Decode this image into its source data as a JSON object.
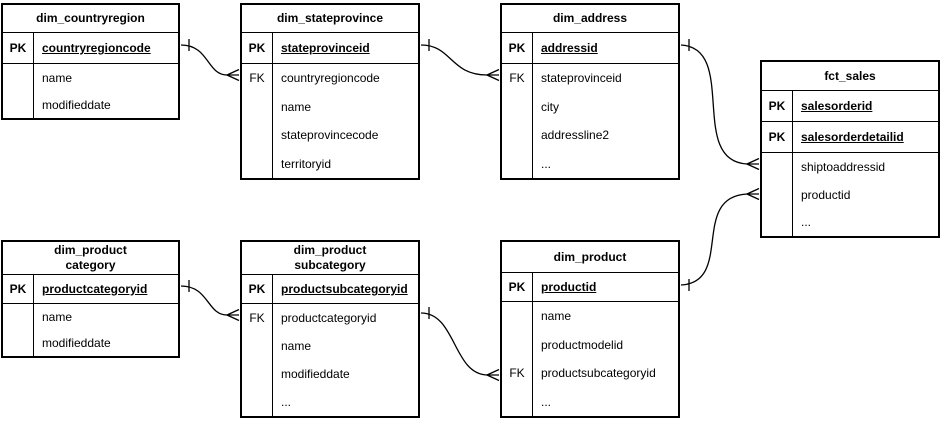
{
  "diagram": {
    "colors": {
      "background": "#ffffff",
      "stroke": "#000000",
      "text": "#000000"
    },
    "tables": [
      {
        "title": "dim_countryregion",
        "keys": [
          {
            "badge": "PK",
            "field": "countryregioncode"
          }
        ],
        "rows": [
          {
            "badge": "",
            "field": "name"
          },
          {
            "badge": "",
            "field": "modifieddate"
          }
        ]
      },
      {
        "title": "dim_stateprovince",
        "keys": [
          {
            "badge": "PK",
            "field": "stateprovinceid"
          }
        ],
        "rows": [
          {
            "badge": "FK",
            "field": "countryregioncode"
          },
          {
            "badge": "",
            "field": "name"
          },
          {
            "badge": "",
            "field": "stateprovincecode"
          },
          {
            "badge": "",
            "field": "territoryid"
          }
        ]
      },
      {
        "title": "dim_address",
        "keys": [
          {
            "badge": "PK",
            "field": "addressid"
          }
        ],
        "rows": [
          {
            "badge": "FK",
            "field": "stateprovinceid"
          },
          {
            "badge": "",
            "field": "city"
          },
          {
            "badge": "",
            "field": "addressline2"
          },
          {
            "badge": "",
            "field": "..."
          }
        ]
      },
      {
        "title": "fct_sales",
        "keys": [
          {
            "badge": "PK",
            "field": "salesorderid"
          },
          {
            "badge": "PK",
            "field": "salesorderdetailid"
          }
        ],
        "rows": [
          {
            "badge": "",
            "field": "shiptoaddressid"
          },
          {
            "badge": "",
            "field": "productid"
          },
          {
            "badge": "",
            "field": "..."
          }
        ]
      },
      {
        "title": "dim_product\ncategory",
        "keys": [
          {
            "badge": "PK",
            "field": "productcategoryid"
          }
        ],
        "rows": [
          {
            "badge": "",
            "field": "name"
          },
          {
            "badge": "",
            "field": "modifieddate"
          }
        ]
      },
      {
        "title": "dim_product\nsubcategory",
        "keys": [
          {
            "badge": "PK",
            "field": "productsubcategoryid"
          }
        ],
        "rows": [
          {
            "badge": "FK",
            "field": "productcategoryid"
          },
          {
            "badge": "",
            "field": "name"
          },
          {
            "badge": "",
            "field": "modifieddate"
          },
          {
            "badge": "",
            "field": "..."
          }
        ]
      },
      {
        "title": "dim_product",
        "keys": [
          {
            "badge": "PK",
            "field": "productid"
          }
        ],
        "rows": [
          {
            "badge": "",
            "field": "name"
          },
          {
            "badge": "",
            "field": "productmodelid"
          },
          {
            "badge": "FK",
            "field": "productsubcategoryid"
          },
          {
            "badge": "",
            "field": "..."
          }
        ]
      }
    ],
    "relationships": [
      {
        "from_table": "dim_countryregion",
        "from_field": "countryregioncode",
        "to_table": "dim_stateprovince",
        "to_field": "countryregioncode",
        "cardinality": "one-to-many"
      },
      {
        "from_table": "dim_stateprovince",
        "from_field": "stateprovinceid",
        "to_table": "dim_address",
        "to_field": "stateprovinceid",
        "cardinality": "one-to-many"
      },
      {
        "from_table": "dim_address",
        "from_field": "addressid",
        "to_table": "fct_sales",
        "to_field": "shiptoaddressid",
        "cardinality": "one-to-many"
      },
      {
        "from_table": "dim_product",
        "from_field": "productid",
        "to_table": "fct_sales",
        "to_field": "productid",
        "cardinality": "one-to-many"
      },
      {
        "from_table": "dim_product category",
        "from_field": "productcategoryid",
        "to_table": "dim_product subcategory",
        "to_field": "productcategoryid",
        "cardinality": "one-to-many"
      },
      {
        "from_table": "dim_product subcategory",
        "from_field": "productsubcategoryid",
        "to_table": "dim_product",
        "to_field": "productsubcategoryid",
        "cardinality": "one-to-many"
      }
    ]
  }
}
